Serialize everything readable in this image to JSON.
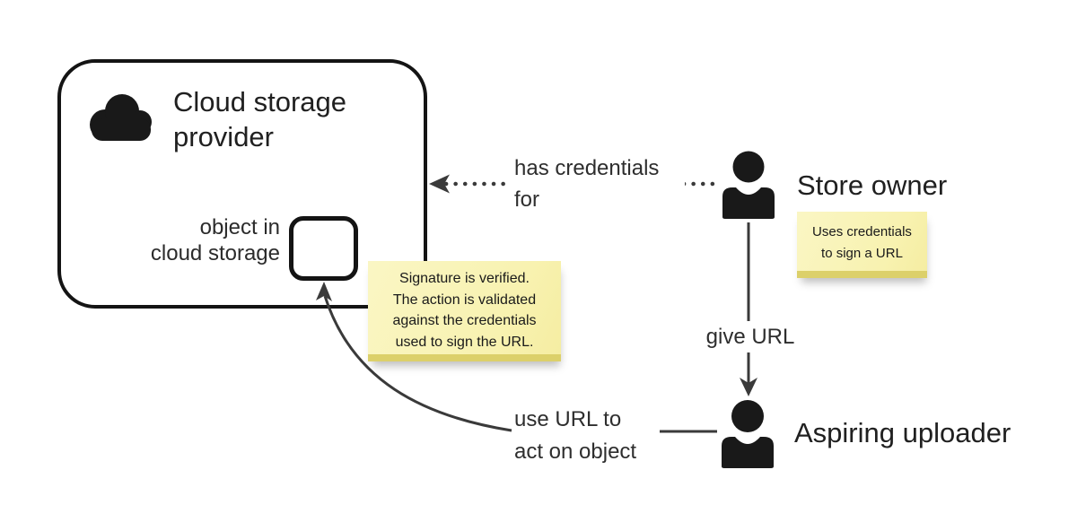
{
  "diagram": {
    "type": "flow-diagram",
    "title_context": "Signed URL flow for cloud storage",
    "nodes": {
      "provider": {
        "title": "Cloud storage provider",
        "icon": "cloud-icon"
      },
      "object": {
        "label_lines": [
          "object in",
          "cloud storage"
        ],
        "icon": "rounded-square"
      },
      "store_owner": {
        "label": "Store owner",
        "icon": "person-icon"
      },
      "aspiring_uploader": {
        "label": "Aspiring uploader",
        "icon": "person-icon"
      }
    },
    "edges": {
      "has_credentials": {
        "label_lines": [
          "has credentials",
          "for"
        ],
        "style": "dotted",
        "from": "store_owner",
        "to": "provider"
      },
      "give_url": {
        "label": "give URL",
        "style": "solid",
        "from": "store_owner",
        "to": "aspiring_uploader"
      },
      "use_url": {
        "label_lines": [
          "use URL to",
          "act on object"
        ],
        "style": "solid-curved",
        "from": "aspiring_uploader",
        "to": "object"
      }
    },
    "notes": {
      "signature_verified": {
        "lines": [
          "Signature is verified.",
          "The action is validated",
          "against the credentials",
          "used to sign the URL."
        ],
        "attached_to": "object"
      },
      "uses_credentials": {
        "lines": [
          "Uses credentials",
          "to sign a URL"
        ],
        "attached_to": "store_owner"
      }
    },
    "colors": {
      "ink": "#1c1c1c",
      "line": "#3a3a3a",
      "note_background": "#f8f2b0",
      "note_edge": "#dcd06a",
      "background": "#ffffff"
    }
  }
}
